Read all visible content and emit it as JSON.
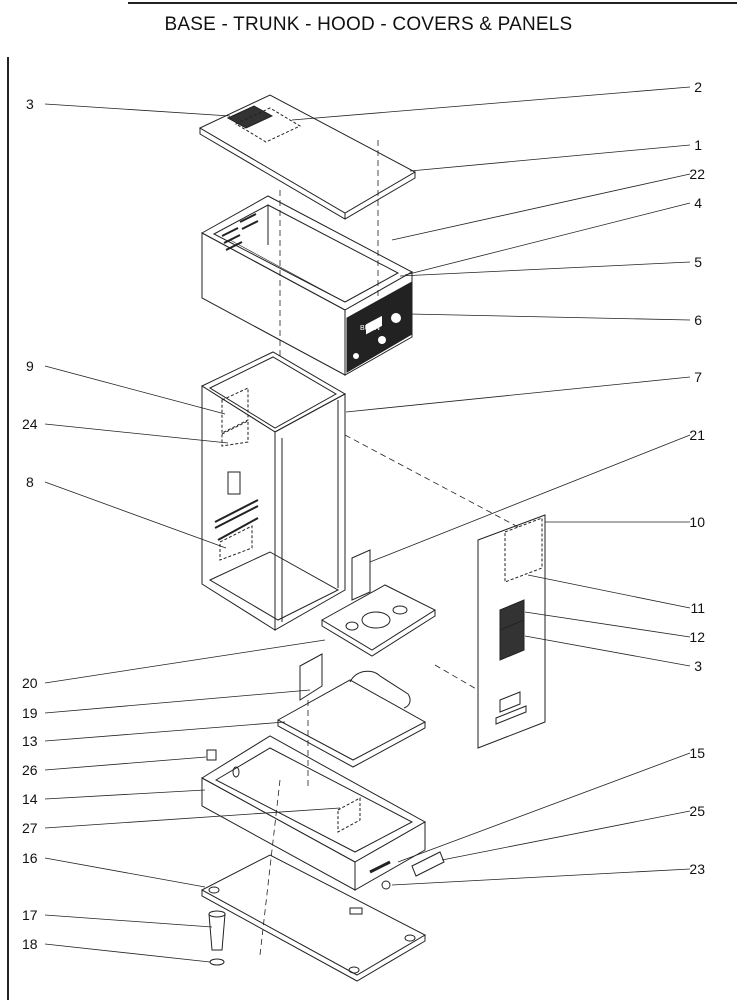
{
  "title": "BASE - TRUNK - HOOD - COVERS & PANELS",
  "left_labels": [
    "3",
    "9",
    "24",
    "8",
    "20",
    "19",
    "13",
    "26",
    "14",
    "27",
    "16",
    "17",
    "18"
  ],
  "right_labels": [
    "2",
    "1",
    "22",
    "4",
    "5",
    "6",
    "7",
    "21",
    "10",
    "11",
    "12",
    "3",
    "15",
    "25",
    "23"
  ],
  "brand": "BUNN"
}
